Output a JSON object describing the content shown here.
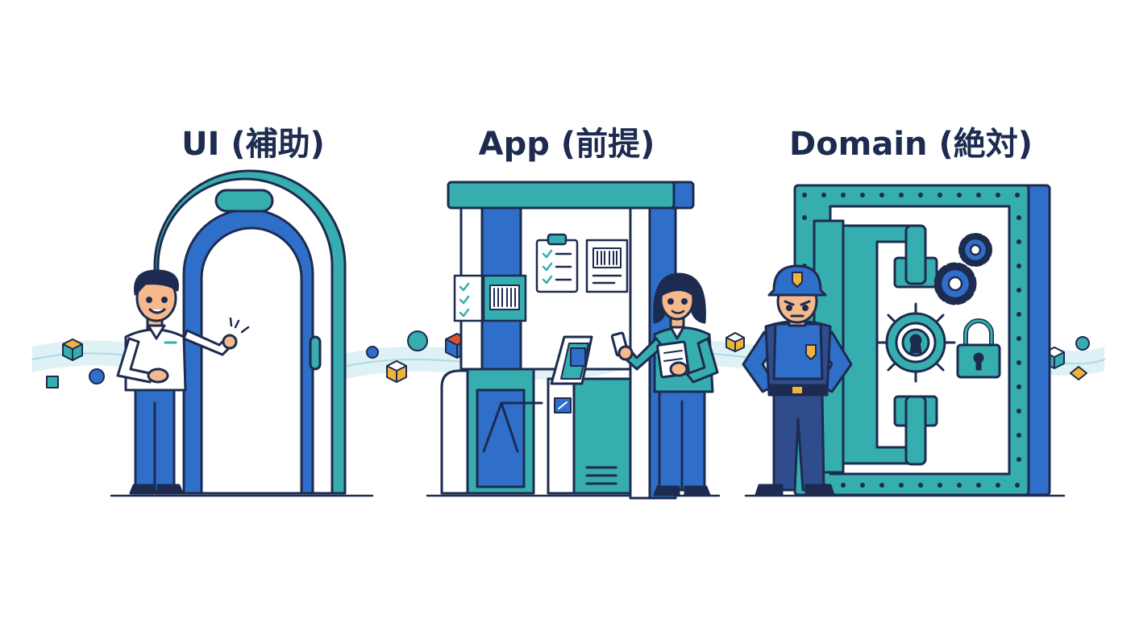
{
  "panels": [
    {
      "title": "UI (補助)"
    },
    {
      "title": "App (前提)"
    },
    {
      "title": "Domain (絶対)"
    }
  ],
  "colors": {
    "navy": "#1c2b4f",
    "blue": "#2f6fc9",
    "teal": "#36aeb0",
    "light_teal": "#d6eef2",
    "skin": "#f6b98c",
    "gold": "#f2b33d",
    "orange": "#e0502b",
    "cream": "#ffffff"
  },
  "icons": [
    "data-cube-icon",
    "gear-icon",
    "padlock-icon",
    "keyhole-icon",
    "clipboard-checklist-icon",
    "barcode-icon",
    "police-badge-icon"
  ]
}
